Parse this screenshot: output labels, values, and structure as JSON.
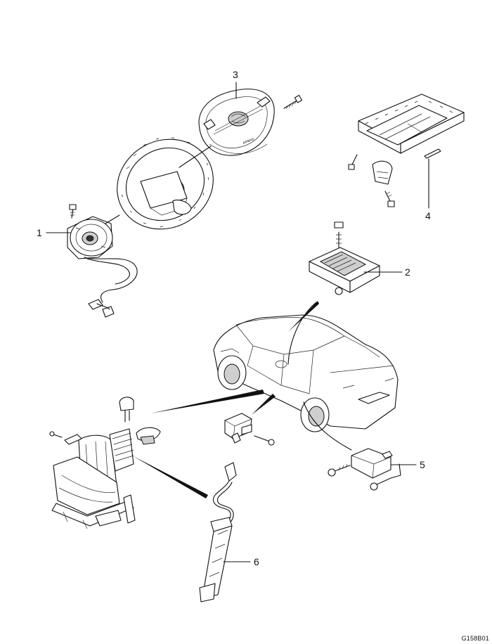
{
  "callouts": {
    "c1": "1",
    "c2": "2",
    "c3": "3",
    "c4": "4",
    "c5": "5",
    "c6": "6"
  },
  "airbag_text": "AIRBAG",
  "figure_id": "G158B01"
}
